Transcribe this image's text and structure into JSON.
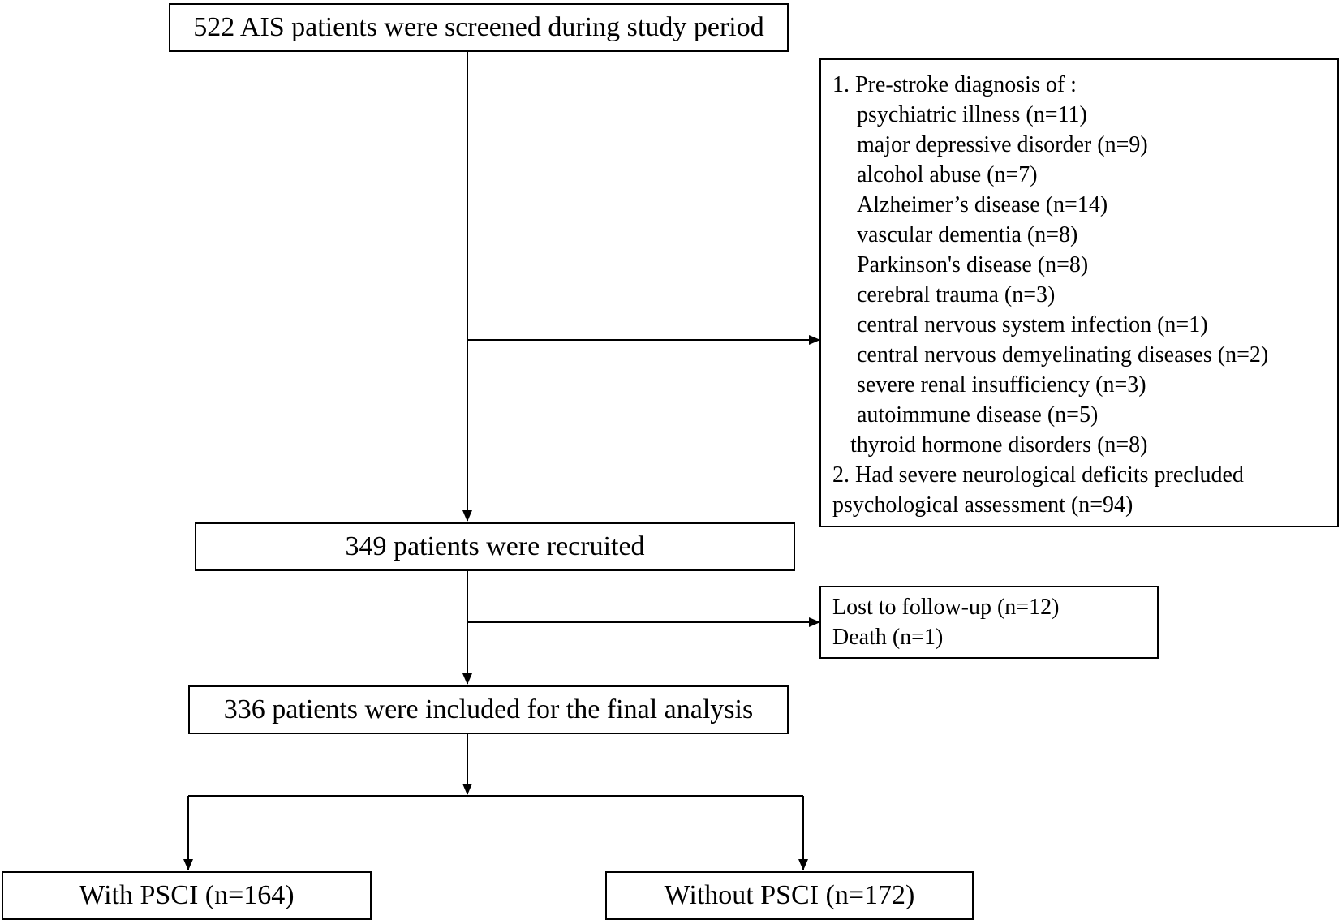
{
  "nodes": {
    "screened": "522 AIS patients were screened during study period",
    "recruited": "349 patients were recruited",
    "included": "336 patients were included for the final analysis",
    "with_psci": "With PSCI (n=164)",
    "without_psci": "Without PSCI (n=172)"
  },
  "exclusion1": {
    "header": "1. Pre-stroke diagnosis of :",
    "items": [
      "psychiatric illness (n=11)",
      "major depressive disorder (n=9)",
      "alcohol abuse (n=7)",
      "Alzheimer’s disease (n=14)",
      "vascular dementia (n=8)",
      "Parkinson's disease (n=8)",
      "cerebral trauma (n=3)",
      "central nervous system infection (n=1)",
      "central nervous demyelinating diseases (n=2)",
      "severe renal insufficiency (n=3)",
      "autoimmune disease (n=5)",
      "thyroid hormone disorders (n=8)"
    ],
    "criterion2_line1": "2. Had severe neurological deficits precluded",
    "criterion2_line2": "psychological assessment (n=94)"
  },
  "exclusion2": {
    "items": [
      "Lost to follow-up (n=12)",
      "Death (n=1)"
    ]
  }
}
